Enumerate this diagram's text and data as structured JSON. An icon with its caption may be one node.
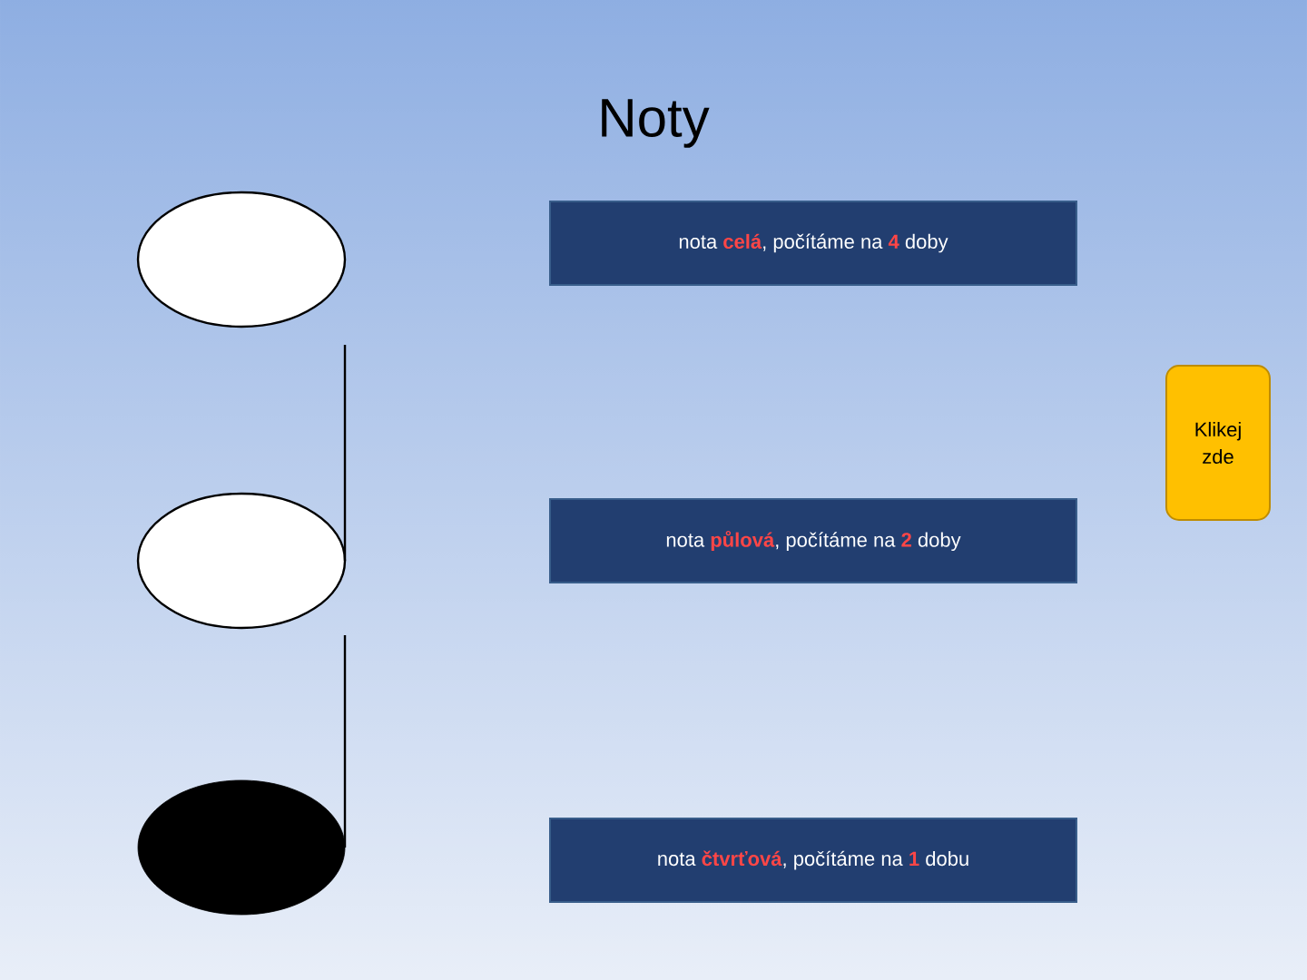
{
  "diagram": {
    "title": "Noty",
    "nodes": [
      {
        "text": [
          "nota **celá**, počítáme na **4** doby"
        ]
      },
      {
        "text": [
          "nota **půlová**, počítáme na **2** doby"
        ]
      },
      {
        "text": [
          "nota **čtvrťová**, počítáme na **1** dobu"
        ]
      },
      {
        "text": [
          "Klikej zde"
        ]
      }
    ]
  }
}
